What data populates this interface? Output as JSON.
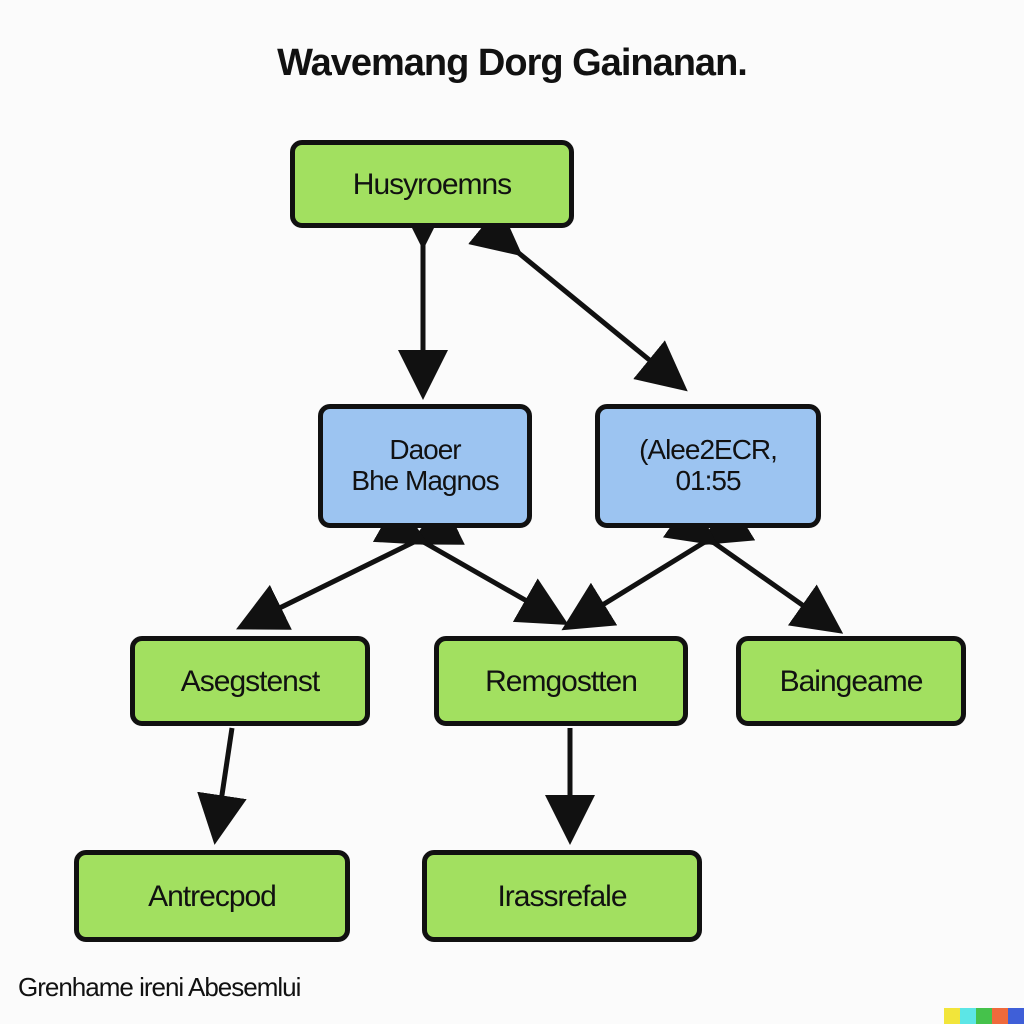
{
  "title": "Wavemang Dorg Gainanan.",
  "nodes": {
    "top": "Husyroemns",
    "mid_left": {
      "line1": "Daoer",
      "line2": "Bhe Magnos"
    },
    "mid_right": {
      "line1": "(Alee2ECR,",
      "line2": "01:55"
    },
    "row3_left": "Asegstenst",
    "row3_mid": "Remgostten",
    "row3_right": "Baingeame",
    "row4_left": "Antrecpod",
    "row4_mid": "Irassrefale"
  },
  "footer": "Grenhame ireni Abesemlui",
  "colors": {
    "green_node": "#a2e060",
    "blue_node": "#9cc4f1",
    "stroke": "#111111",
    "palette_strip": [
      "#f2e53a",
      "#5ce6e6",
      "#45c24b",
      "#ef6a3c",
      "#3f5fd8"
    ]
  }
}
